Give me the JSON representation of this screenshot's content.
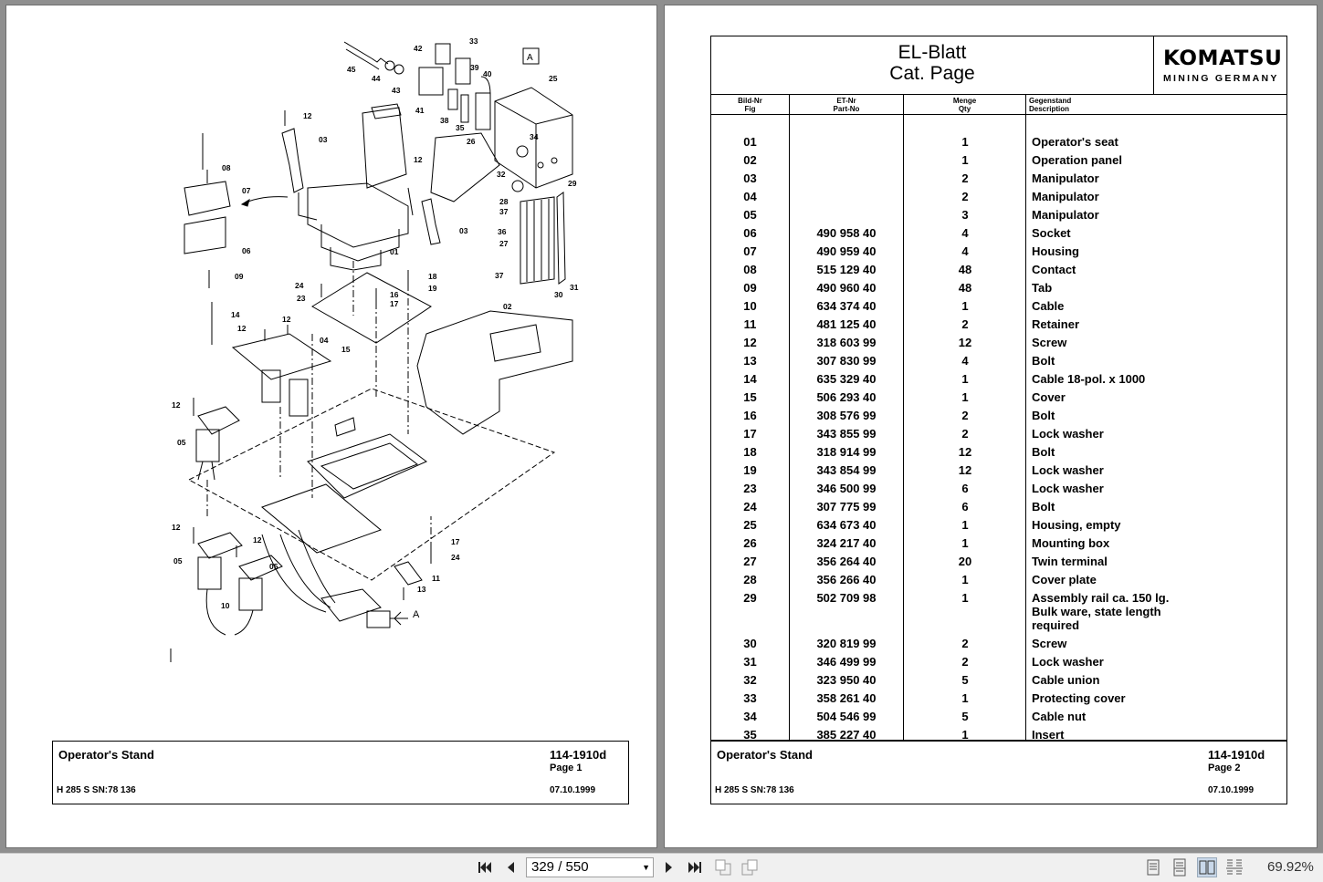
{
  "left_page": {
    "callouts": [
      "45",
      "44",
      "43",
      "42",
      "41",
      "33",
      "39",
      "40",
      "38",
      "35",
      "26",
      "25",
      "A",
      "12",
      "03",
      "08",
      "07",
      "06",
      "09",
      "14",
      "34",
      "32",
      "12",
      "03",
      "28",
      "37",
      "36",
      "27",
      "29",
      "37",
      "31",
      "30",
      "01",
      "24",
      "23",
      "16",
      "17",
      "18",
      "19",
      "02",
      "12",
      "12",
      "04",
      "15",
      "12",
      "05",
      "12",
      "12",
      "05",
      "10",
      "17",
      "24",
      "11",
      "13",
      "A"
    ],
    "footer": {
      "title": "Operator's Stand",
      "doc_number": "114-1910d",
      "page": "Page 1",
      "model": "H 285 S SN:78 136",
      "date": "07.10.1999"
    }
  },
  "right_page": {
    "header": {
      "title_line1": "EL-Blatt",
      "title_line2": "Cat. Page",
      "logo": "KOMATSU",
      "logo_sub": "MINING GERMANY"
    },
    "columns": [
      {
        "de": "Bild-Nr",
        "en": "Fig"
      },
      {
        "de": "ET-Nr",
        "en": "Part-No"
      },
      {
        "de": "Menge",
        "en": "Qty"
      },
      {
        "de": "Gegenstand",
        "en": "Description"
      }
    ],
    "rows": [
      {
        "fig": "01",
        "part": "",
        "qty": "1",
        "desc": "Operator's seat"
      },
      {
        "fig": "02",
        "part": "",
        "qty": "1",
        "desc": "Operation panel"
      },
      {
        "fig": "03",
        "part": "",
        "qty": "2",
        "desc": "Manipulator"
      },
      {
        "fig": "04",
        "part": "",
        "qty": "2",
        "desc": "Manipulator"
      },
      {
        "fig": "05",
        "part": "",
        "qty": "3",
        "desc": "Manipulator"
      },
      {
        "fig": "06",
        "part": "490 958 40",
        "qty": "4",
        "desc": "Socket"
      },
      {
        "fig": "07",
        "part": "490 959 40",
        "qty": "4",
        "desc": "Housing"
      },
      {
        "fig": "08",
        "part": "515 129 40",
        "qty": "48",
        "desc": "Contact"
      },
      {
        "fig": "09",
        "part": "490 960 40",
        "qty": "48",
        "desc": "Tab"
      },
      {
        "fig": "10",
        "part": "634 374 40",
        "qty": "1",
        "desc": "Cable"
      },
      {
        "fig": "11",
        "part": "481 125 40",
        "qty": "2",
        "desc": "Retainer"
      },
      {
        "fig": "12",
        "part": "318 603 99",
        "qty": "12",
        "desc": "Screw"
      },
      {
        "fig": "13",
        "part": "307 830 99",
        "qty": "4",
        "desc": "Bolt"
      },
      {
        "fig": "14",
        "part": "635 329 40",
        "qty": "1",
        "desc": "Cable 18-pol. x 1000"
      },
      {
        "fig": "15",
        "part": "506 293 40",
        "qty": "1",
        "desc": "Cover"
      },
      {
        "fig": "16",
        "part": "308 576 99",
        "qty": "2",
        "desc": "Bolt"
      },
      {
        "fig": "17",
        "part": "343 855 99",
        "qty": "2",
        "desc": "Lock washer"
      },
      {
        "fig": "18",
        "part": "318 914 99",
        "qty": "12",
        "desc": "Bolt"
      },
      {
        "fig": "19",
        "part": "343 854 99",
        "qty": "12",
        "desc": "Lock washer"
      },
      {
        "fig": "23",
        "part": "346 500 99",
        "qty": "6",
        "desc": "Lock washer"
      },
      {
        "fig": "24",
        "part": "307 775 99",
        "qty": "6",
        "desc": "Bolt"
      },
      {
        "fig": "25",
        "part": "634 673 40",
        "qty": "1",
        "desc": "Housing, empty"
      },
      {
        "fig": "26",
        "part": "324 217 40",
        "qty": "1",
        "desc": "Mounting box"
      },
      {
        "fig": "27",
        "part": "356 264 40",
        "qty": "20",
        "desc": "Twin terminal"
      },
      {
        "fig": "28",
        "part": "356 266 40",
        "qty": "1",
        "desc": "Cover plate"
      },
      {
        "fig": "29",
        "part": "502 709 98",
        "qty": "1",
        "desc": "Assembly rail ca. 150 lg. Bulk ware, state length required"
      },
      {
        "fig": "30",
        "part": "320 819 99",
        "qty": "2",
        "desc": "Screw"
      },
      {
        "fig": "31",
        "part": "346 499 99",
        "qty": "2",
        "desc": "Lock washer"
      },
      {
        "fig": "32",
        "part": "323 950 40",
        "qty": "5",
        "desc": "Cable union"
      },
      {
        "fig": "33",
        "part": "358 261 40",
        "qty": "1",
        "desc": "Protecting cover"
      },
      {
        "fig": "34",
        "part": "504 546 99",
        "qty": "5",
        "desc": "Cable nut"
      },
      {
        "fig": "35",
        "part": "385 227 40",
        "qty": "1",
        "desc": "Insert"
      }
    ],
    "footer": {
      "title": "Operator's Stand",
      "doc_number": "114-1910d",
      "page": "Page 2",
      "model": "H 285 S SN:78 136",
      "date": "07.10.1999"
    }
  },
  "toolbar": {
    "page_value": "329 / 550",
    "zoom": "69.92%",
    "icons": [
      "first-page-icon",
      "prev-page-icon",
      "next-page-icon",
      "last-page-icon",
      "rotate-back-icon",
      "rotate-forward-icon",
      "single-page-icon",
      "continuous-page-icon",
      "two-page-icon",
      "continuous-two-page-icon"
    ]
  },
  "colors": {
    "background": "#8f8f8f",
    "toolbar": "#f0f0f0",
    "active_view": "#c9d8ea"
  }
}
